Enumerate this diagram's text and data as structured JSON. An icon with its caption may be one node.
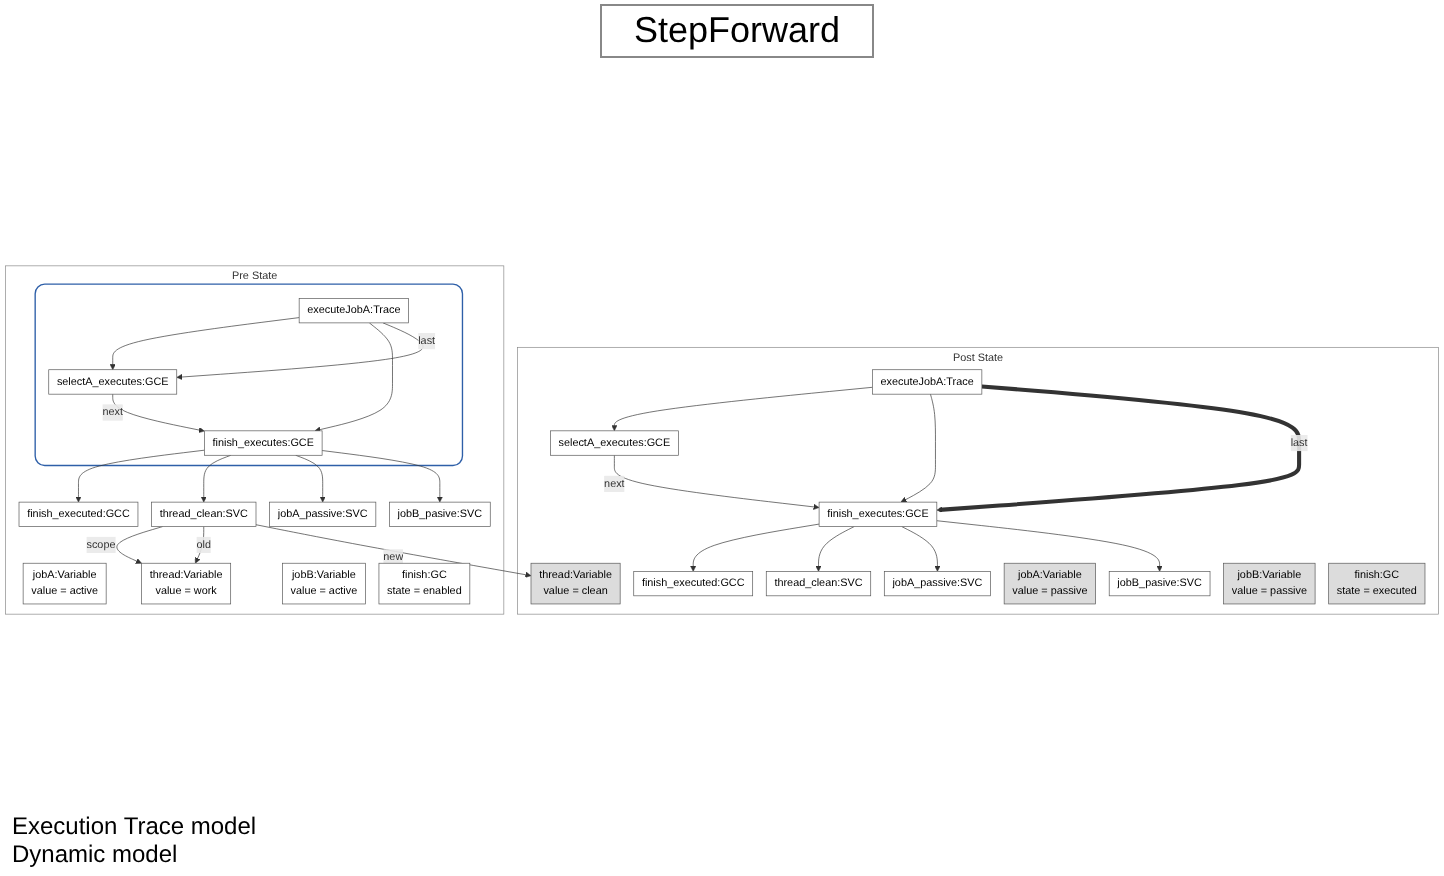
{
  "diagram": {
    "title": "StepForward",
    "nodes": [
      {
        "text": [
          "Pre State"
        ]
      },
      {
        "text": [],
        "shape": "box",
        "in": 0
      },
      {
        "text": [
          "executeJobA:Trace"
        ],
        "in": 1
      },
      {
        "text": [
          "selectA_executes:GCE"
        ],
        "in": 1
      },
      {
        "text": [
          "finish_executes:GCE"
        ],
        "in": 1
      },
      {
        "text": [
          "finish_executed:GCC"
        ],
        "in": 0
      },
      {
        "text": [
          "thread_clean:SVC"
        ],
        "in": 0
      },
      {
        "text": [
          "jobA_passive:SVC"
        ],
        "in": 0
      },
      {
        "text": [
          "jobB_pasive:SVC"
        ],
        "in": 0
      },
      {
        "text": [
          "jobA:Variable",
          "value = active"
        ],
        "in": 0
      },
      {
        "text": [
          "thread:Variable",
          "value = work"
        ],
        "in": 0
      },
      {
        "text": [
          "jobB:Variable",
          "value = active"
        ],
        "in": 0
      },
      {
        "text": [
          "finish:GC",
          "state = enabled"
        ],
        "in": 0
      },
      {
        "text": [
          "Post State"
        ]
      },
      {
        "text": [
          "executeJobA:Trace"
        ],
        "in": 13
      },
      {
        "text": [
          "selectA_executes:GCE"
        ],
        "in": 13
      },
      {
        "text": [
          "finish_executes:GCE"
        ],
        "in": 13
      },
      {
        "text": [
          "finish_executed:GCC"
        ],
        "in": 13
      },
      {
        "text": [
          "thread_clean:SVC"
        ],
        "in": 13
      },
      {
        "text": [
          "jobA_passive:SVC"
        ],
        "in": 13
      },
      {
        "text": [
          "jobB_pasive:SVC"
        ],
        "in": 13
      },
      {
        "text": [
          "jobA:Variable",
          "value = passive"
        ],
        "in": 13
      },
      {
        "text": [
          "thread:Variable",
          "value = clean"
        ],
        "in": 13
      },
      {
        "text": [
          "jobB:Variable",
          "value = passive"
        ],
        "in": 13
      },
      {
        "text": [
          "finish:GC",
          "state = executed"
        ],
        "in": 13
      }
    ],
    "edges": [
      {
        "from": 2,
        "to": 3,
        "arrow": "to"
      },
      {
        "from": 2,
        "to": 4,
        "arrow": "to"
      },
      {
        "from": 2,
        "to": 3,
        "label": "last",
        "arrow": "to"
      },
      {
        "from": 3,
        "to": 4,
        "label": "next",
        "arrow": "to"
      },
      {
        "from": 4,
        "to": 5,
        "arrow": "to"
      },
      {
        "from": 4,
        "to": 6,
        "arrow": "to"
      },
      {
        "from": 4,
        "to": 7,
        "arrow": "to"
      },
      {
        "from": 4,
        "to": 8,
        "arrow": "to"
      },
      {
        "from": 6,
        "to": 10,
        "label": "scope",
        "arrow": "to"
      },
      {
        "from": 6,
        "to": 10,
        "label": "old",
        "arrow": "to"
      },
      {
        "from": 6,
        "to": 22,
        "label": "new",
        "arrow": "to"
      },
      {
        "from": 14,
        "to": 15,
        "arrow": "to"
      },
      {
        "from": 14,
        "to": 16,
        "arrow": "to"
      },
      {
        "from": 14,
        "to": 16,
        "label": "last",
        "arrow": "to",
        "style": "thick"
      },
      {
        "from": 15,
        "to": 16,
        "label": "next",
        "arrow": "to"
      },
      {
        "from": 16,
        "to": 17,
        "arrow": "to"
      },
      {
        "from": 16,
        "to": 18,
        "arrow": "to"
      },
      {
        "from": 16,
        "to": 19,
        "arrow": "to"
      },
      {
        "from": 16,
        "to": 20,
        "arrow": "to"
      }
    ],
    "labels": [
      "Execution Trace model",
      "Dynamic model"
    ]
  }
}
